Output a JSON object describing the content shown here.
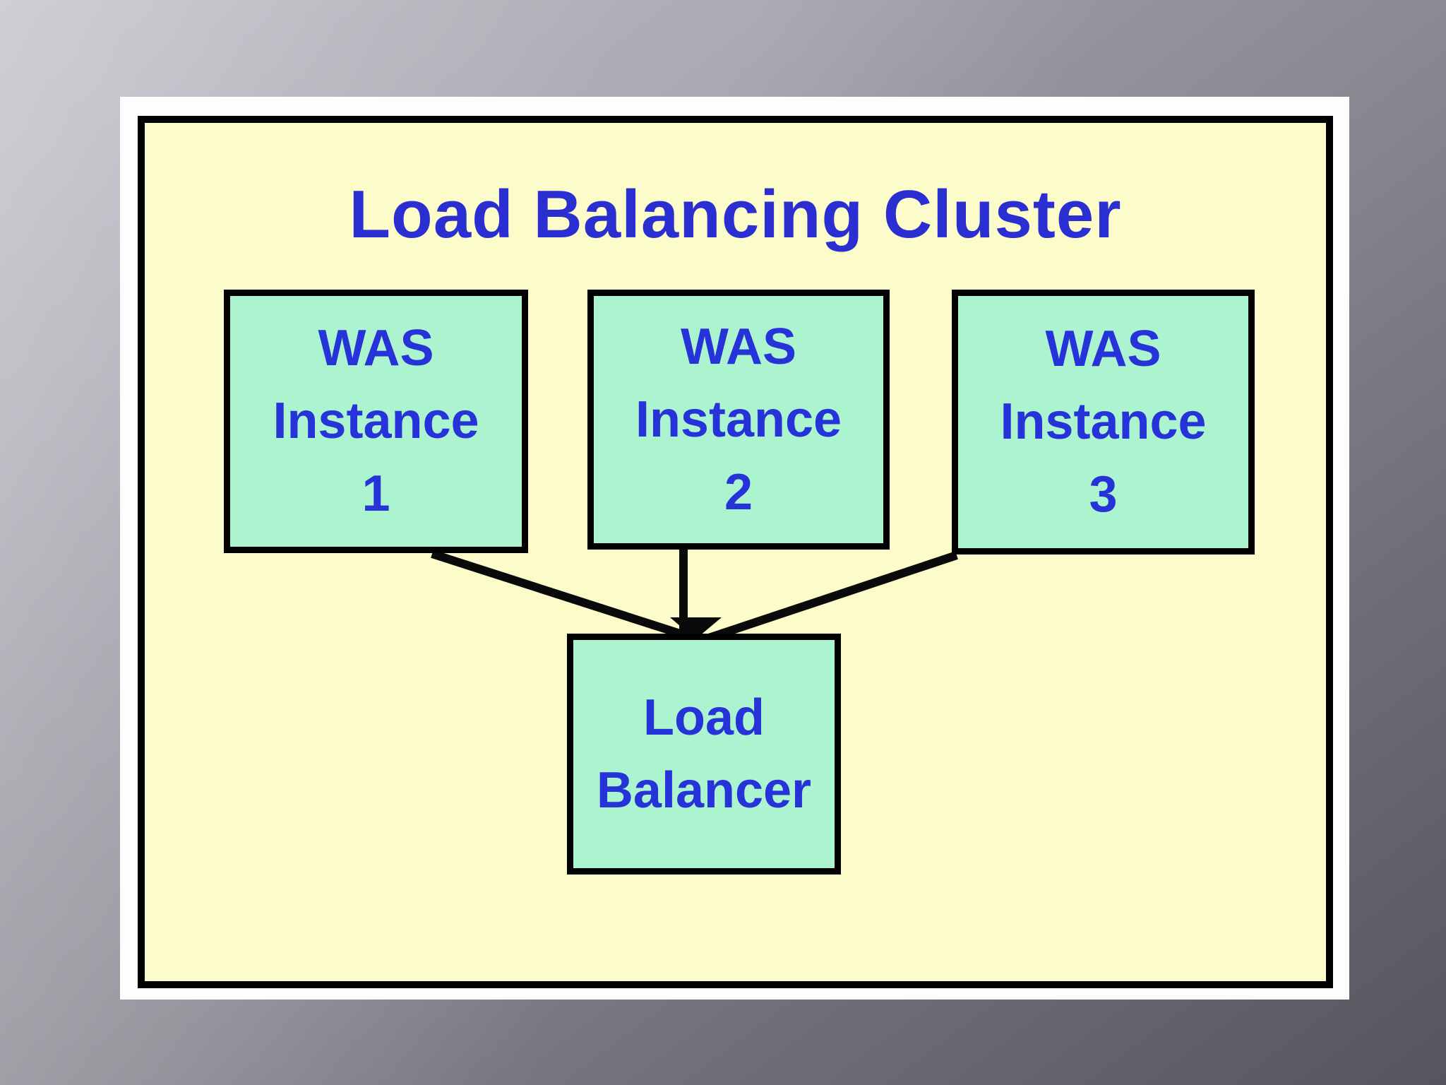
{
  "diagram": {
    "title": "Load Balancing Cluster",
    "nodes": [
      {
        "id": "was-instance-1",
        "lines": [
          "WAS",
          "Instance",
          "1"
        ]
      },
      {
        "id": "was-instance-2",
        "lines": [
          "WAS",
          "Instance",
          "2"
        ]
      },
      {
        "id": "was-instance-3",
        "lines": [
          "WAS",
          "Instance",
          "3"
        ]
      }
    ],
    "load_balancer": {
      "lines": [
        "Load",
        "Balancer"
      ]
    },
    "connections": [
      {
        "from": "was-instance-1",
        "to": "load-balancer"
      },
      {
        "from": "was-instance-2",
        "to": "load-balancer"
      },
      {
        "from": "was-instance-3",
        "to": "load-balancer"
      }
    ]
  },
  "colors": {
    "bg_gray_light": "#b5b4bd",
    "bg_gray_dark": "#56545d",
    "frame_white": "#fefefe",
    "panel_fill": "#fcfbca",
    "panel_border": "#000000",
    "node_fill": "#acf4d0",
    "node_border": "#000000",
    "title_color": "#2b2fd2",
    "node_text_color": "#2633d8",
    "connector_color": "#0a0a0a"
  }
}
